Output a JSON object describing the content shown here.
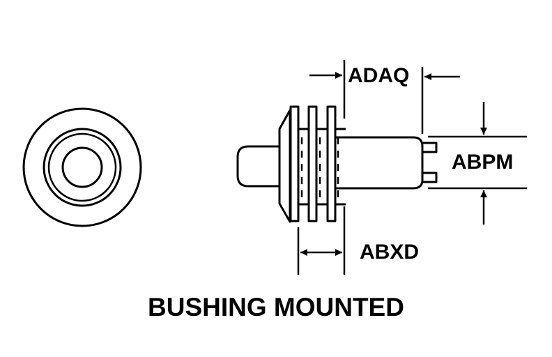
{
  "labels": {
    "adaq": "ADAQ",
    "abpm": "ABPM",
    "abxd": "ABXD",
    "title": "BUSHING MOUNTED"
  },
  "colors": {
    "ink": "#000000",
    "paper": "#ffffff"
  }
}
